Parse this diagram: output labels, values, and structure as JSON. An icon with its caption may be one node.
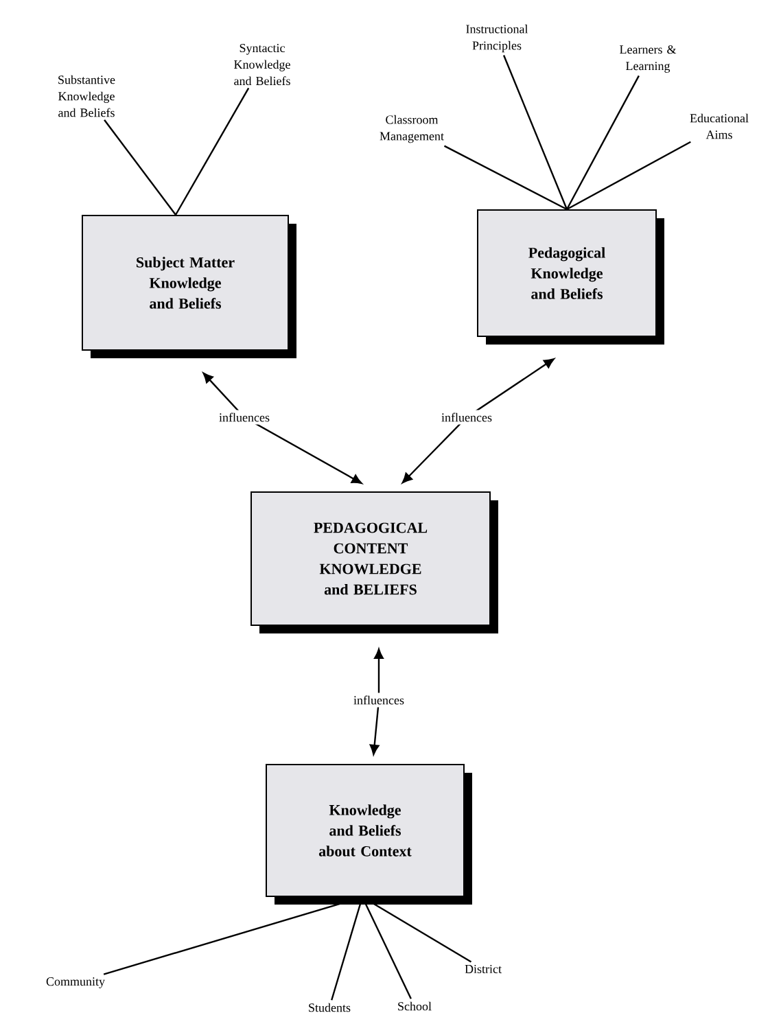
{
  "diagram": {
    "nodes": [
      {
        "text": [
          "Subject Matter Knowledge and Beliefs"
        ]
      },
      {
        "text": [
          "Pedagogical Knowledge and Beliefs"
        ]
      },
      {
        "text": [
          "PEDAGOGICAL CONTENT KNOWLEDGE and BELIEFS"
        ]
      },
      {
        "text": [
          "Knowledge and Beliefs about Context"
        ]
      },
      {
        "text": [
          "Substantive Knowledge and Beliefs"
        ]
      },
      {
        "text": [
          "Syntactic Knowledge and Beliefs"
        ]
      },
      {
        "text": [
          "Classroom Management"
        ]
      },
      {
        "text": [
          "Instructional Principles"
        ]
      },
      {
        "text": [
          "Learners & Learning"
        ]
      },
      {
        "text": [
          "Educational Aims"
        ]
      },
      {
        "text": [
          "Community"
        ]
      },
      {
        "text": [
          "Students"
        ]
      },
      {
        "text": [
          "School"
        ]
      },
      {
        "text": [
          "District"
        ]
      }
    ],
    "edges": [
      {
        "from": 2,
        "to": 0,
        "arrow": "both",
        "label": "influences"
      },
      {
        "from": 2,
        "to": 1,
        "arrow": "both",
        "label": "influences"
      },
      {
        "from": 2,
        "to": 3,
        "arrow": "both",
        "label": "influences"
      },
      {
        "from": 4,
        "to": 0,
        "arrow": "none"
      },
      {
        "from": 5,
        "to": 0,
        "arrow": "none"
      },
      {
        "from": 6,
        "to": 1,
        "arrow": "none"
      },
      {
        "from": 7,
        "to": 1,
        "arrow": "none"
      },
      {
        "from": 8,
        "to": 1,
        "arrow": "none"
      },
      {
        "from": 9,
        "to": 1,
        "arrow": "none"
      },
      {
        "from": 10,
        "to": 3,
        "arrow": "none"
      },
      {
        "from": 11,
        "to": 3,
        "arrow": "none"
      },
      {
        "from": 12,
        "to": 3,
        "arrow": "none"
      },
      {
        "from": 13,
        "to": 3,
        "arrow": "none"
      }
    ]
  }
}
